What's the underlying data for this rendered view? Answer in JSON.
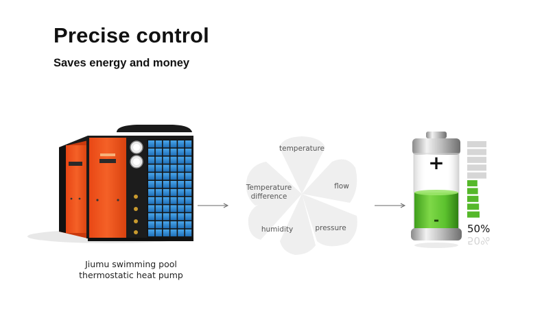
{
  "header": {
    "title": "Precise control",
    "subtitle": "Saves energy and money"
  },
  "product": {
    "caption_line1": "Jiumu swimming pool",
    "caption_line2": "thermostatic heat pump",
    "housing_color": "#f0521c",
    "frame_color": "#111111",
    "coil_color": "#2e8fd8"
  },
  "factors": {
    "top": "temperature",
    "right": "flow",
    "left_line1": "Temperature",
    "left_line2": "difference",
    "bottom_left": "humidity",
    "bottom_right": "pressure",
    "petal_color": "#efefef"
  },
  "battery": {
    "level_label": "50%",
    "level": 0.5,
    "fill_color": "#5cc22e",
    "plus_symbol": "+",
    "minus_symbol": "-"
  },
  "meter": {
    "filled_bars": 5,
    "total_bars": 10,
    "filled_color": "#55b82a",
    "empty_color": "#d6d6d6"
  }
}
